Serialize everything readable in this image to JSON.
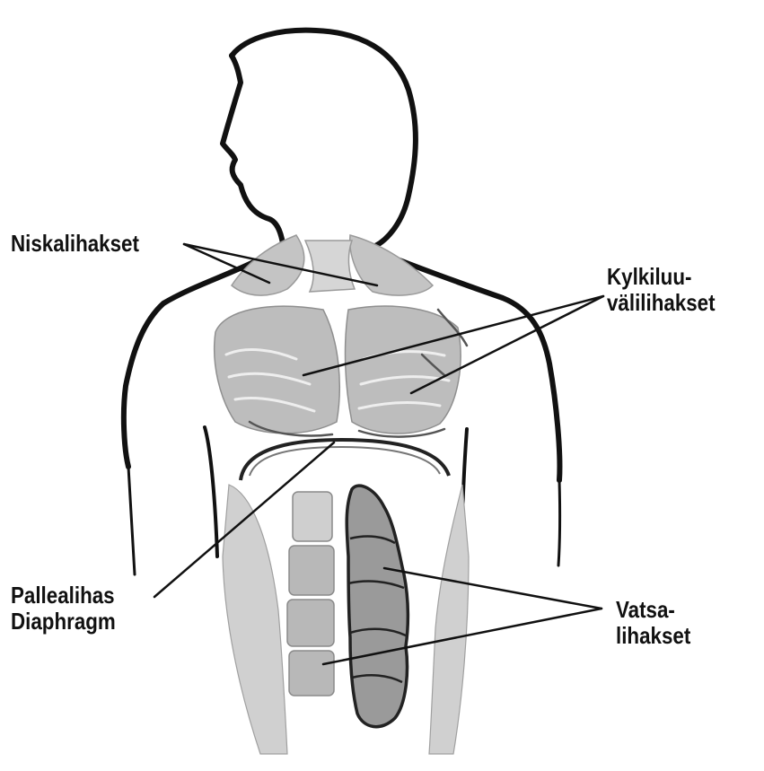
{
  "labels": {
    "neck_muscles": "Niskalihakset",
    "intercostal_line1": "Kylkiluu-",
    "intercostal_line2": "välilihakset",
    "diaphragm_line1": "Pallealihas",
    "diaphragm_line2": "Diaphragm",
    "abdominal_line1": "Vatsa-",
    "abdominal_line2": "lihakset"
  },
  "colors": {
    "ink": "#111111",
    "muscle_fill": "#bdbdbd",
    "muscle_dark": "#8a8a8a",
    "abdominal_fill": "#9a9a9a",
    "background": "#ffffff"
  }
}
